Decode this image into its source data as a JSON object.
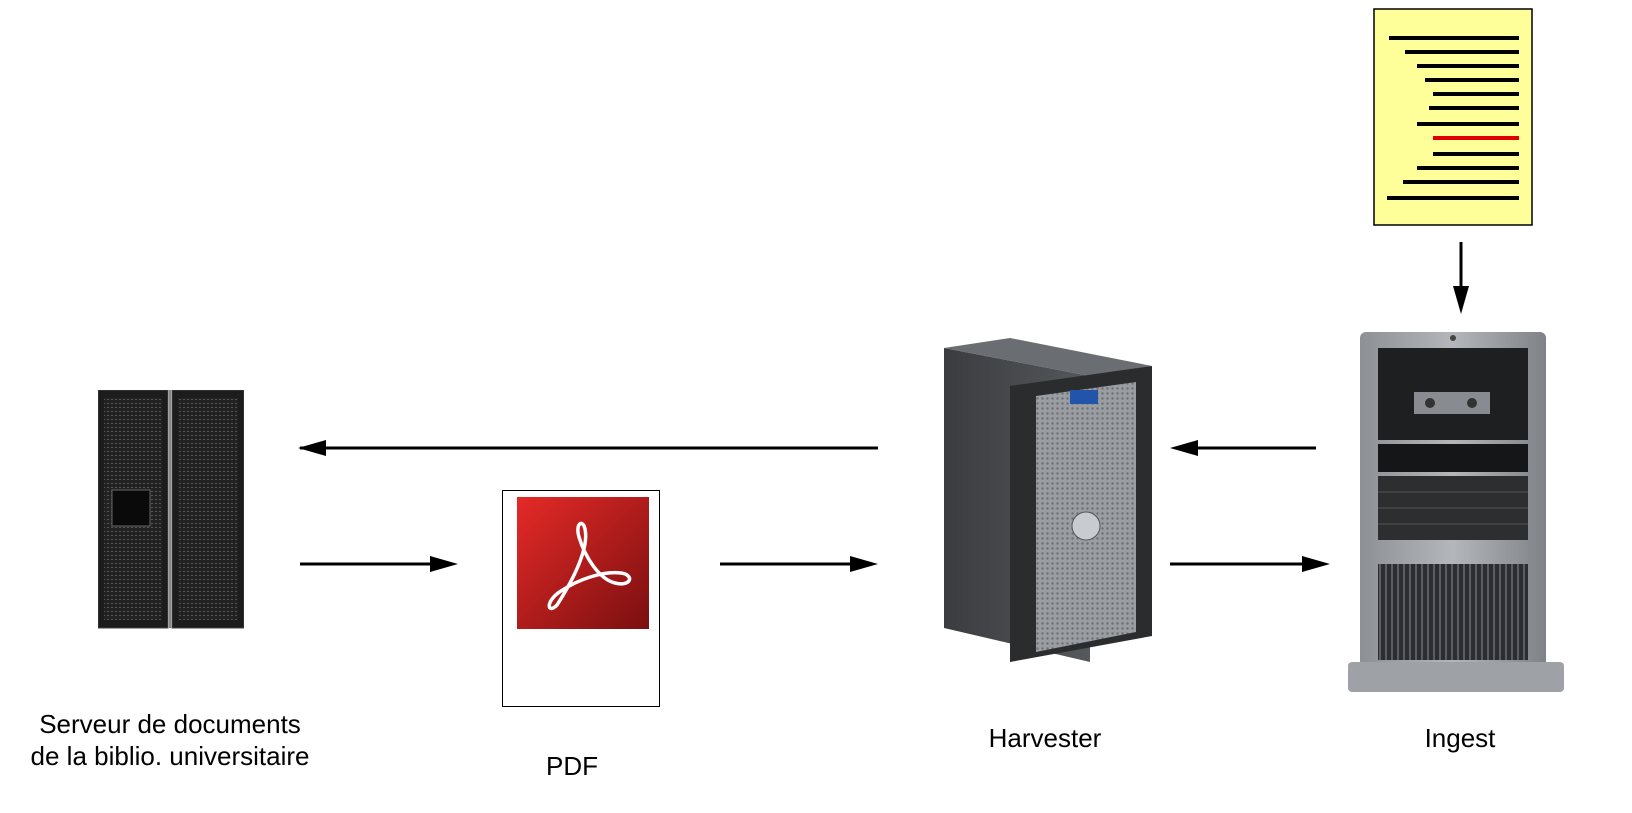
{
  "nodes": {
    "library_server": {
      "label_line1": "Serveur de documents",
      "label_line2": "de la biblio. universitaire",
      "icon": "rack-server-icon"
    },
    "pdf": {
      "label": "PDF",
      "icon": "acrobat-pdf-icon"
    },
    "harvester": {
      "label": "Harvester",
      "icon": "tower-server-icon"
    },
    "ingest": {
      "label": "Ingest",
      "icon": "tower-server-icon"
    },
    "document": {
      "icon": "text-document-icon",
      "highlight_color": "#e00000",
      "background_color": "#ffff99"
    }
  },
  "arrows": [
    {
      "from": "harvester",
      "to": "library_server"
    },
    {
      "from": "library_server",
      "to": "pdf"
    },
    {
      "from": "pdf",
      "to": "harvester"
    },
    {
      "from": "ingest",
      "to": "harvester"
    },
    {
      "from": "harvester",
      "to": "ingest"
    },
    {
      "from": "document",
      "to": "ingest"
    }
  ]
}
